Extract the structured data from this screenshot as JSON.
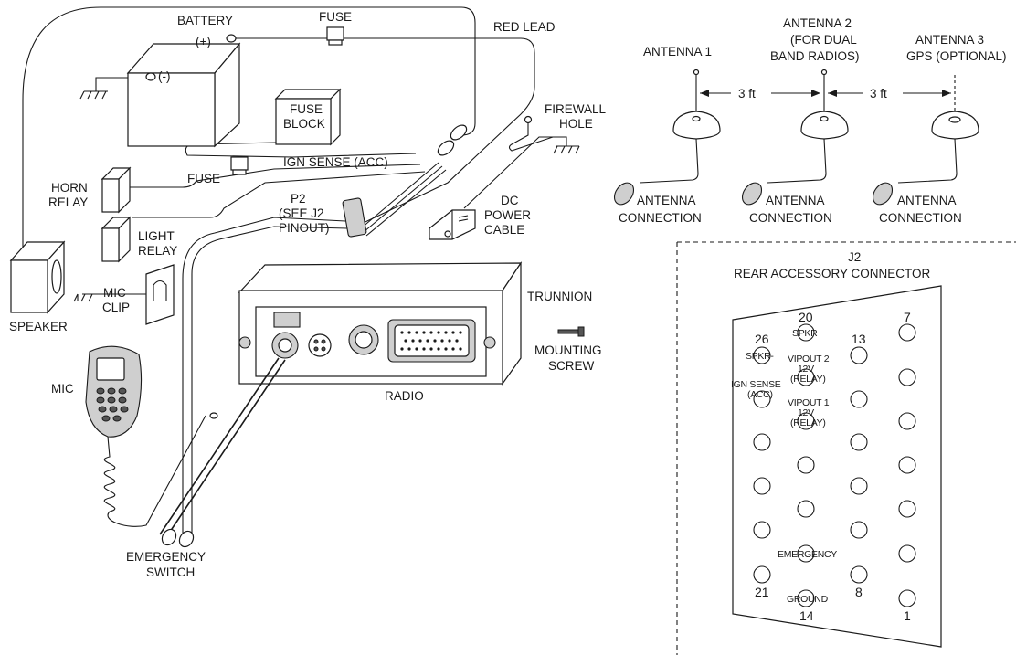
{
  "colors": {
    "line": "#1a1a1a",
    "shade": "#cfcfcf",
    "background": "#ffffff"
  },
  "labels": {
    "battery": "BATTERY",
    "battery_pos": "(+)",
    "battery_neg": "(-)",
    "fuse_top": "FUSE",
    "red_lead": "RED LEAD",
    "fuse_block_1": "FUSE",
    "fuse_block_2": "BLOCK",
    "fuse_mid": "FUSE",
    "ign_sense": "IGN SENSE (ACC)",
    "firewall_1": "FIREWALL",
    "firewall_2": "HOLE",
    "horn_1": "HORN",
    "horn_2": "RELAY",
    "light_1": "LIGHT",
    "light_2": "RELAY",
    "p2_1": "P2",
    "p2_2": "(SEE J2",
    "p2_3": "PINOUT)",
    "dc_1": "DC",
    "dc_2": "POWER",
    "dc_3": "CABLE",
    "mic_clip_1": "MIC",
    "mic_clip_2": "CLIP",
    "speaker": "SPEAKER",
    "mic": "MIC",
    "trunnion": "TRUNNION",
    "mount_1": "MOUNTING",
    "mount_2": "SCREW",
    "radio": "RADIO",
    "emerg_1": "EMERGENCY",
    "emerg_2": "SWITCH"
  },
  "antennas": {
    "a1": {
      "line1": "ANTENNA 1"
    },
    "a2": {
      "line1": "ANTENNA 2",
      "line2": "(FOR DUAL",
      "line3": "BAND RADIOS)"
    },
    "a3": {
      "line1": "ANTENNA 3",
      "line2": "GPS (OPTIONAL)"
    },
    "spacing_1": "3 ft",
    "spacing_2": "3 ft",
    "conn_line1": "ANTENNA",
    "conn_line2": "CONNECTION"
  },
  "connector": {
    "title1": "J2",
    "title2": "REAR ACCESSORY CONNECTOR",
    "pin_numbers": {
      "p20": "20",
      "p26": "26",
      "p13": "13",
      "p7": "7",
      "p21": "21",
      "p14": "14",
      "p8": "8",
      "p1": "1"
    },
    "pin_labels": {
      "spkr_plus": "SPKR+",
      "spkr_minus": "SPKR-",
      "vipout2_1": "VIPOUT 2",
      "vipout2_2": "12V",
      "vipout2_3": "(RELAY)",
      "vipout1_1": "VIPOUT 1",
      "vipout1_2": "12V",
      "vipout1_3": "(RELAY)",
      "ign_1": "IGN SENSE",
      "ign_2": "(ACC)",
      "emergency": "EMERGENCY",
      "ground": "GROUND"
    }
  }
}
